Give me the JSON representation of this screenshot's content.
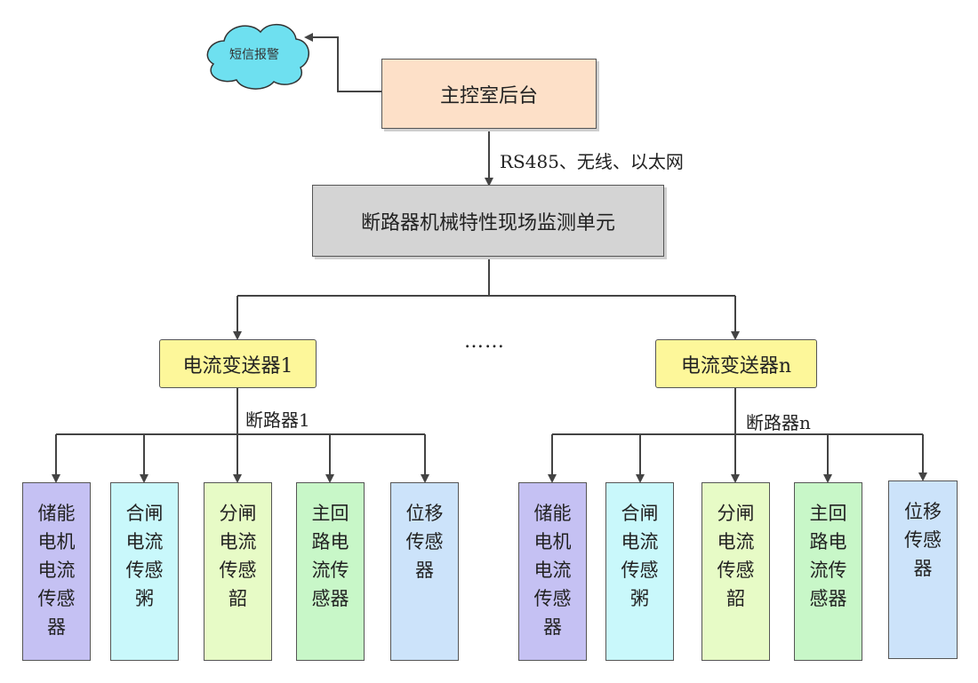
{
  "sms_alarm": "短信报警",
  "backend": "主控室后台",
  "link": "RS485、无线、以太网",
  "monitor_unit": "断路器机械特性现场监测单元",
  "ellipsis": "……",
  "groups": [
    {
      "transmitter": "电流变送器1",
      "breaker": "断路器1",
      "sensors": [
        "储能\n电机\n电流\n传感\n器",
        "合闸\n电流\n传感\n粥",
        "分闸\n电流\n传感\n韶",
        "主回\n路电\n流传\n感器",
        "位移\n传感\n器"
      ]
    },
    {
      "transmitter": "电流变送器n",
      "breaker": "断路器n",
      "sensors": [
        "储能\n电机\n电流\n传感\n器",
        "合闸\n电流\n传感\n粥",
        "分闸\n电流\n传感\n韶",
        "主回\n路电\n流传\n感器",
        "位移\n传感\n器"
      ]
    }
  ],
  "colors": {
    "backend": "#fde0c8",
    "monitor": "#d4d4d4",
    "transmitter": "#fdf79a",
    "cloud": "#6ee0f0",
    "sensor_fills": [
      "#c5c1f3",
      "#c9f8fb",
      "#e7fbc6",
      "#c8f7c8",
      "#cce3fa"
    ]
  }
}
